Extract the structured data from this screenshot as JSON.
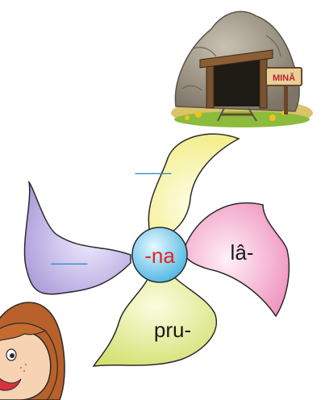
{
  "mine": {
    "sign_text": "MINĂ"
  },
  "flower": {
    "center_syllable": "-na",
    "petals": [
      {
        "id": "top",
        "text": "____",
        "color": "#f5f2b0"
      },
      {
        "id": "left",
        "text": "____",
        "color": "#cfc8ec"
      },
      {
        "id": "right",
        "text": "lâ-",
        "color": "#f4bcd6"
      },
      {
        "id": "bottom",
        "text": "pru-",
        "color": "#e0ea9c"
      }
    ]
  },
  "colors": {
    "center_fill": "#8fd4ee",
    "center_text": "#e52222",
    "outline": "#2a2a2a",
    "blank_line": "#2f8ac8"
  }
}
